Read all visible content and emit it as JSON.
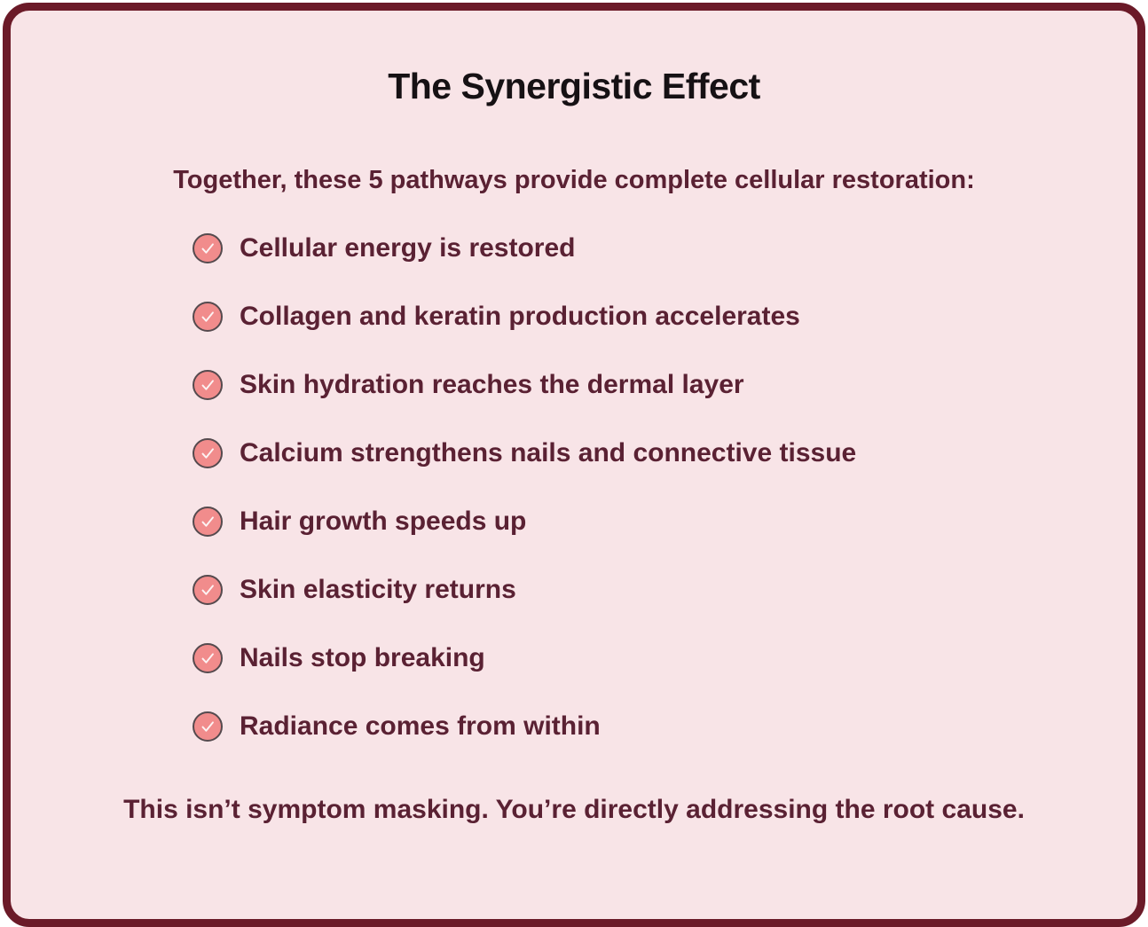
{
  "card": {
    "title": "The Synergistic Effect",
    "intro": "Together, these 5 pathways provide complete cellular restoration:",
    "items": [
      "Cellular energy is restored",
      "Collagen and keratin production accelerates",
      "Skin hydration reaches the dermal layer",
      "Calcium strengthens nails and connective tissue",
      "Hair growth speeds up",
      "Skin elasticity returns",
      "Nails stop breaking",
      "Radiance comes from within"
    ],
    "footer": "This isn’t symptom masking. You’re directly addressing the root cause.",
    "icon": "check-circle-icon",
    "colors": {
      "card_background": "#f8e4e7",
      "card_border": "#6b1a28",
      "title_text": "#161114",
      "body_text": "#5a2133",
      "check_fill": "#f18c8c",
      "check_border": "#554a4e",
      "check_mark": "#fdf3f3"
    }
  }
}
